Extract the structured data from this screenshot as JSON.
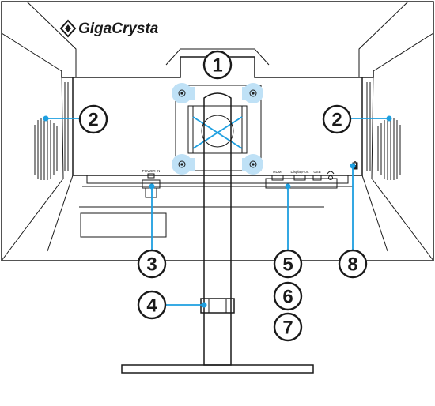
{
  "brand": {
    "logo_text": "GigaCrysta"
  },
  "colors": {
    "accent": "#1d9fe0",
    "highlight": "#bfe1f6",
    "ink": "#1a1a1a"
  },
  "port_labels": {
    "power": "POWER IN",
    "hdmi": "HDMI",
    "displayport": "DisplayPort",
    "usb": "USB"
  },
  "callouts": [
    {
      "id": "vesa-mount",
      "number": "1"
    },
    {
      "id": "speaker-left",
      "number": "2"
    },
    {
      "id": "speaker-right",
      "number": "2"
    },
    {
      "id": "power-port",
      "number": "3"
    },
    {
      "id": "cable-holder",
      "number": "4"
    },
    {
      "id": "hdmi-port",
      "number": "5"
    },
    {
      "id": "displayport-port",
      "number": "6"
    },
    {
      "id": "usb-port",
      "number": "7"
    },
    {
      "id": "security-slot",
      "number": "8"
    }
  ]
}
